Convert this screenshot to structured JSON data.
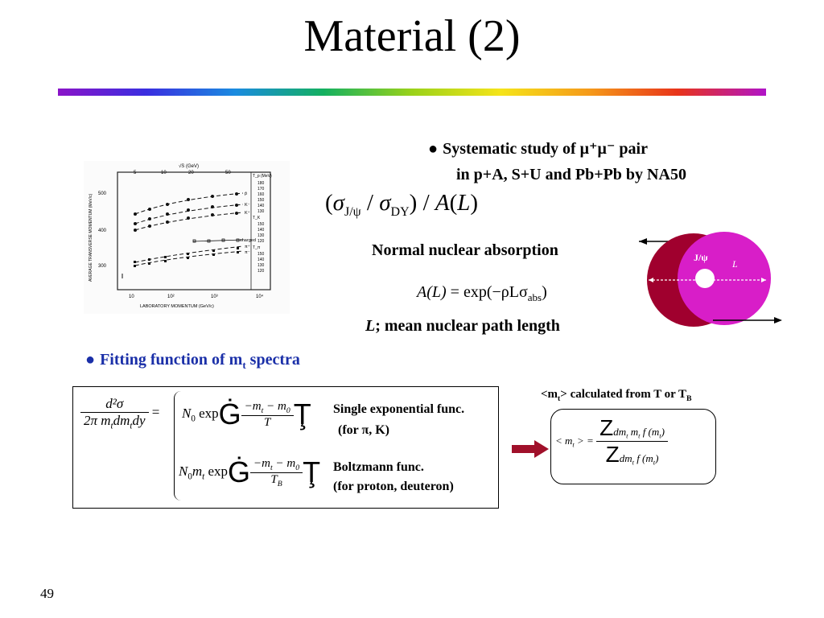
{
  "slide": {
    "title": "Material (2)",
    "page_number": "49"
  },
  "study": {
    "line1": "Systematic study of μ⁺μ⁻ pair",
    "line2": "in p+A, S+U and Pb+Pb by NA50",
    "ratio_sigma_jpsi_sub": "J/ψ",
    "ratio_sigma_dy_sub": "DY",
    "ratio_A": "A",
    "ratio_L": "L",
    "absorption_title": "Normal nuclear absorption",
    "formula_lhs": "A(L)",
    "formula_rhs": "exp(−ρLσ",
    "formula_sub": "abs",
    "path_note_L": "L",
    "path_note_rest": "; mean nuclear path length"
  },
  "diagram": {
    "label_jpsi": "J/ψ",
    "label_L": "L",
    "colors": {
      "large_disc": "#a0002e",
      "small_disc": "#d81ec8",
      "hole": "#ffffff"
    }
  },
  "fitting": {
    "heading": "Fitting function of m",
    "heading_sub": "t",
    "heading_tail": " spectra",
    "heading_color": "#1a2fa8",
    "lhs_num": "d²σ",
    "lhs_den": "2π m",
    "func1_label": "Single exponential func.",
    "func1_note": "(for π, K)",
    "func2_label": "Boltzmann func.",
    "func2_note": "(for proton, deuteron)"
  },
  "mean_mt": {
    "caption": "<m",
    "caption_sub": "t",
    "caption_mid": "> calculated from T or T",
    "caption_sub2": "B",
    "arrow_color": "#a0102a"
  },
  "graph": {
    "axis_x_label": "LABORATORY MOMENTUM (GeV/c)",
    "axis_y_label": "AVERAGE TRANSVERSE MOMENTUM (MeV/c)",
    "top_axis_label": "√S (GeV)",
    "top_ticks": [
      "5",
      "10",
      "20",
      "50"
    ],
    "y_ticks": [
      "500",
      "400",
      "300"
    ],
    "x_ticks": [
      "10",
      "10²",
      "10³",
      "10⁴"
    ],
    "series_labels": [
      "p̄",
      "K⁻",
      "K⁺",
      "charged",
      "π⁺",
      "π⁻"
    ],
    "right_axis_label": "T_p (MeV)",
    "right_axis_label2": "T_K",
    "right_axis_label3": "T_π",
    "right_ticks_top": [
      "180",
      "170",
      "160",
      "150",
      "140",
      "130"
    ],
    "right_ticks_mid": [
      "150",
      "140",
      "130",
      "120"
    ],
    "right_ticks_bot": [
      "150",
      "140",
      "130",
      "120"
    ]
  }
}
